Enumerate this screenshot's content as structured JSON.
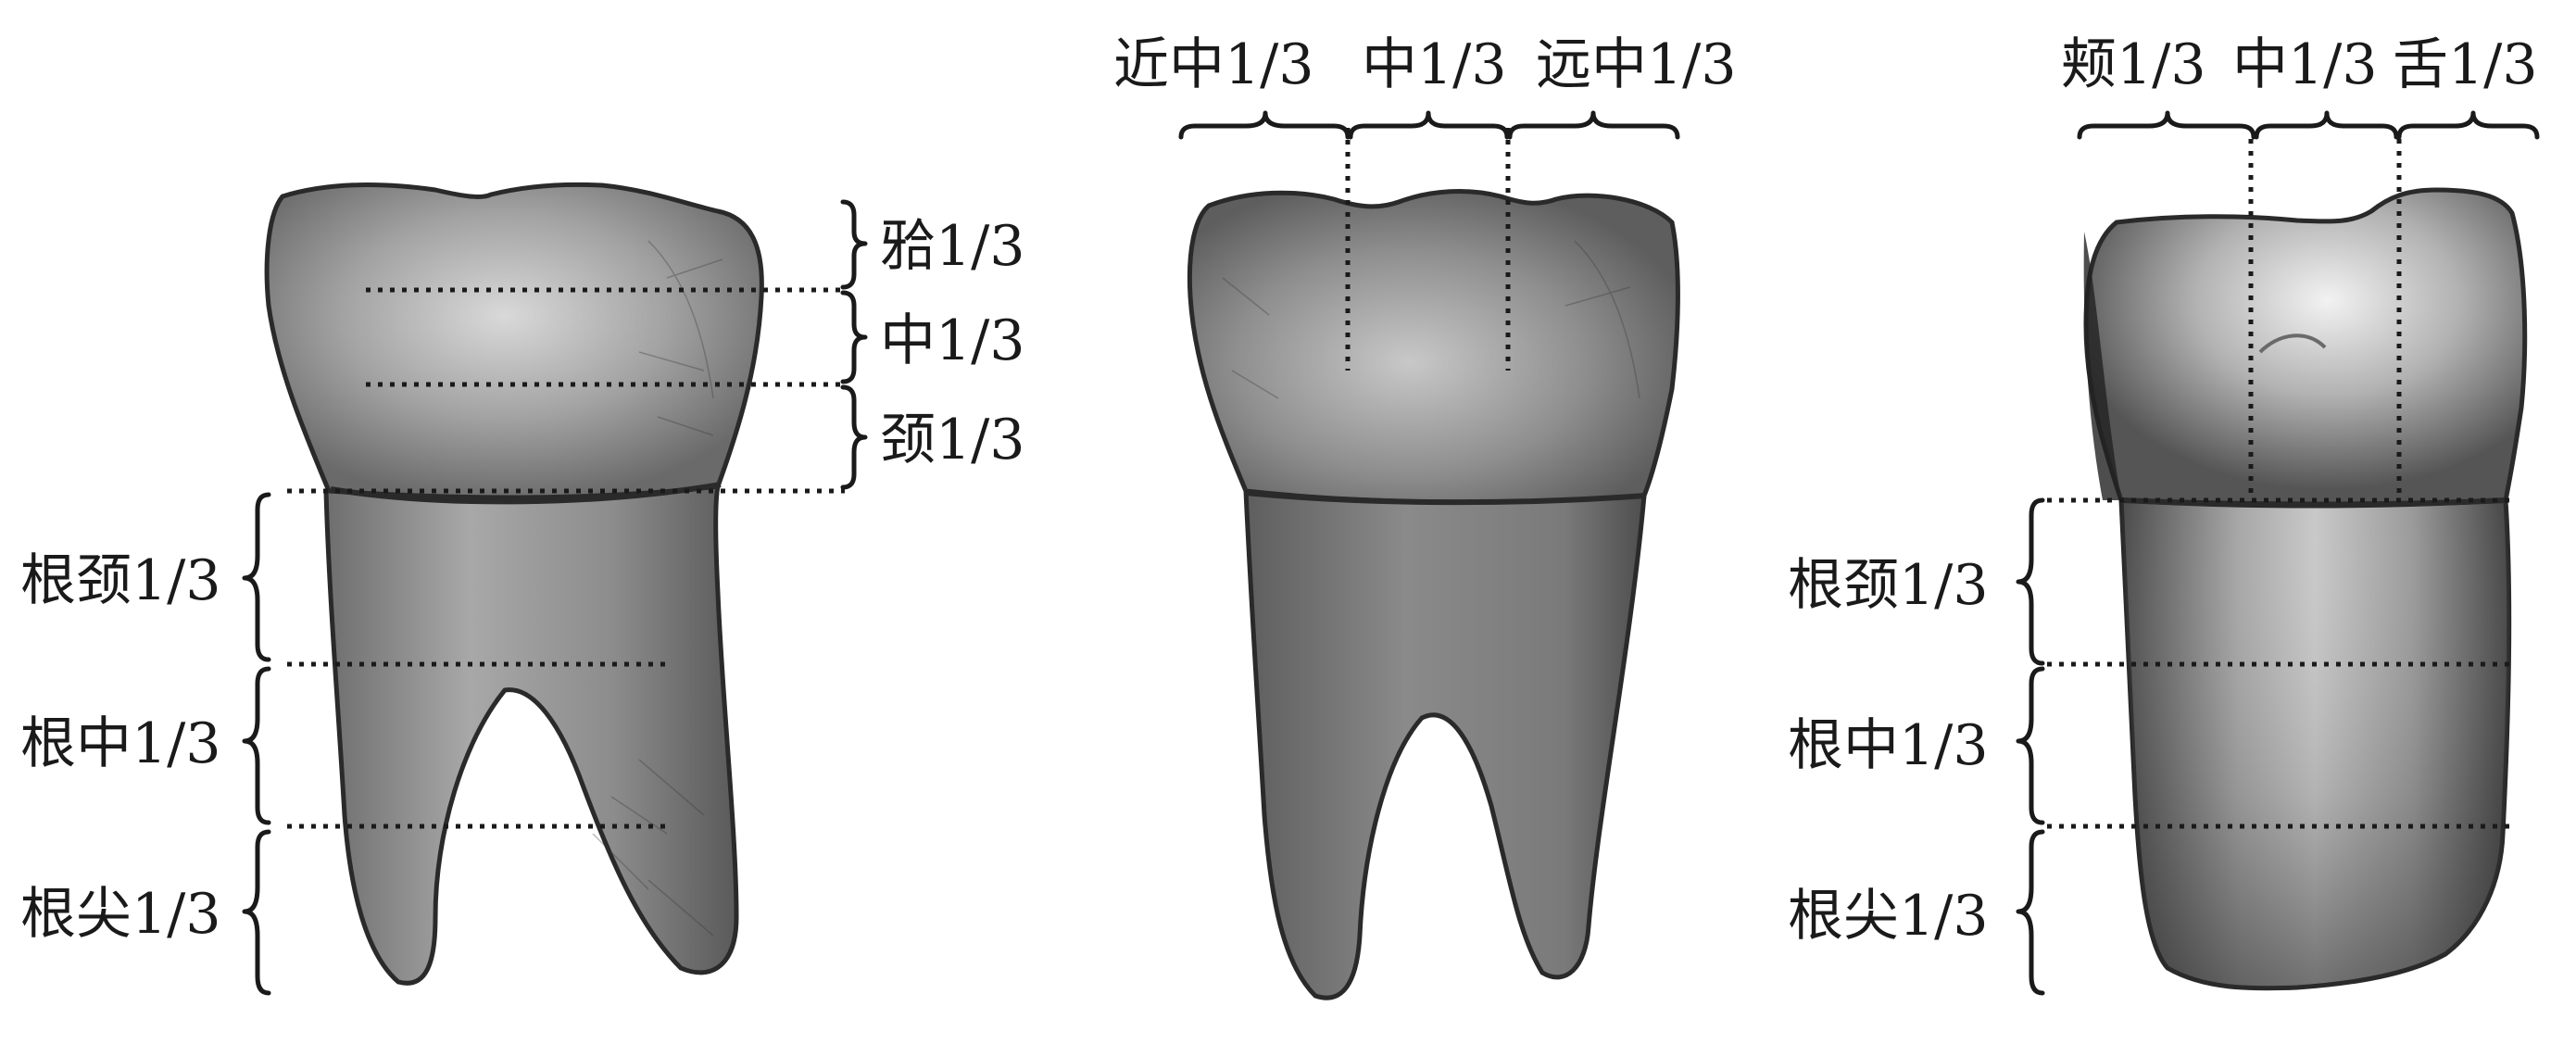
{
  "figures": {
    "left": {
      "crown_labels": [
        "𬌗1/3",
        "中1/3",
        "颈1/3"
      ],
      "root_labels": [
        "根颈1/3",
        "根中1/3",
        "根尖1/3"
      ]
    },
    "middle": {
      "crown_labels": [
        "近中1/3",
        "中1/3",
        "远中1/3"
      ]
    },
    "right": {
      "crown_labels": [
        "颊1/3",
        "中1/3",
        "舌1/3"
      ],
      "root_labels": [
        "根颈1/3",
        "根中1/3",
        "根尖1/3"
      ]
    }
  },
  "colors": {
    "tooth_dark": "#555555",
    "tooth_mid": "#8a8a8a",
    "tooth_light": "#cfcfcf",
    "ink": "#1a1a1a"
  }
}
